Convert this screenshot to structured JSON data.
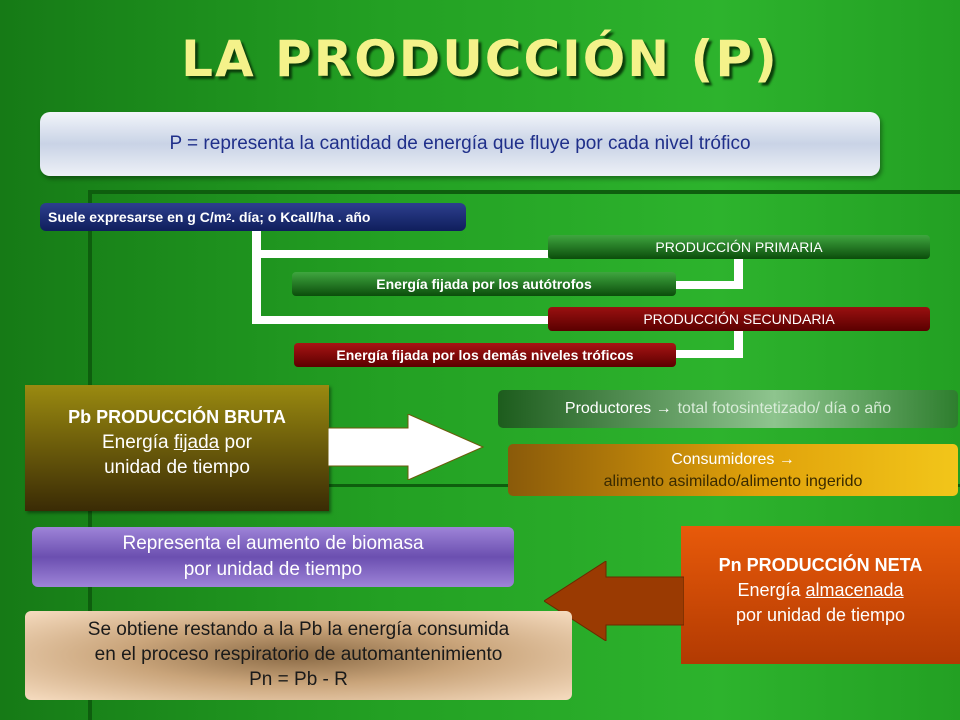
{
  "title": "LA PRODUCCIÓN (P)",
  "definition": "P = representa la cantidad de energía que fluye por cada nivel trófico",
  "units": {
    "pre": "Suele expresarse en g C/m",
    "sup": "2",
    "post": " . día; o Kcall/ha . año"
  },
  "primaria": {
    "label": "PRODUCCIÓN PRIMARIA",
    "desc": "Energía fijada por los autótrofos"
  },
  "secundaria": {
    "label": "PRODUCCIÓN SECUNDARIA",
    "desc": "Energía fijada por los demás niveles tróficos"
  },
  "bruta": {
    "heading": "Pb PRODUCCIÓN BRUTA",
    "line1_pre": "Energía ",
    "line1_u": "fijada",
    "line1_post": " por",
    "line2": "unidad de tiempo"
  },
  "productores": {
    "label": "Productores",
    "arrow": "→",
    "text": "total fotosintetizado/ día o año"
  },
  "consumidores": {
    "label": "Consumidores",
    "arrow": "→",
    "text": "alimento asimilado/alimento ingerido"
  },
  "biomasa": {
    "line1": "Representa el aumento de biomasa",
    "line2": "por unidad de tiempo"
  },
  "neta": {
    "heading": "Pn PRODUCCIÓN NETA",
    "line1_pre": "Energía ",
    "line1_u": "almacenada",
    "line2": "por unidad de tiempo"
  },
  "resta": {
    "line1": "Se obtiene restando a la Pb la energía consumida",
    "line2": "en el proceso respiratorio de automantenimiento",
    "line3": "Pn = Pb - R"
  }
}
